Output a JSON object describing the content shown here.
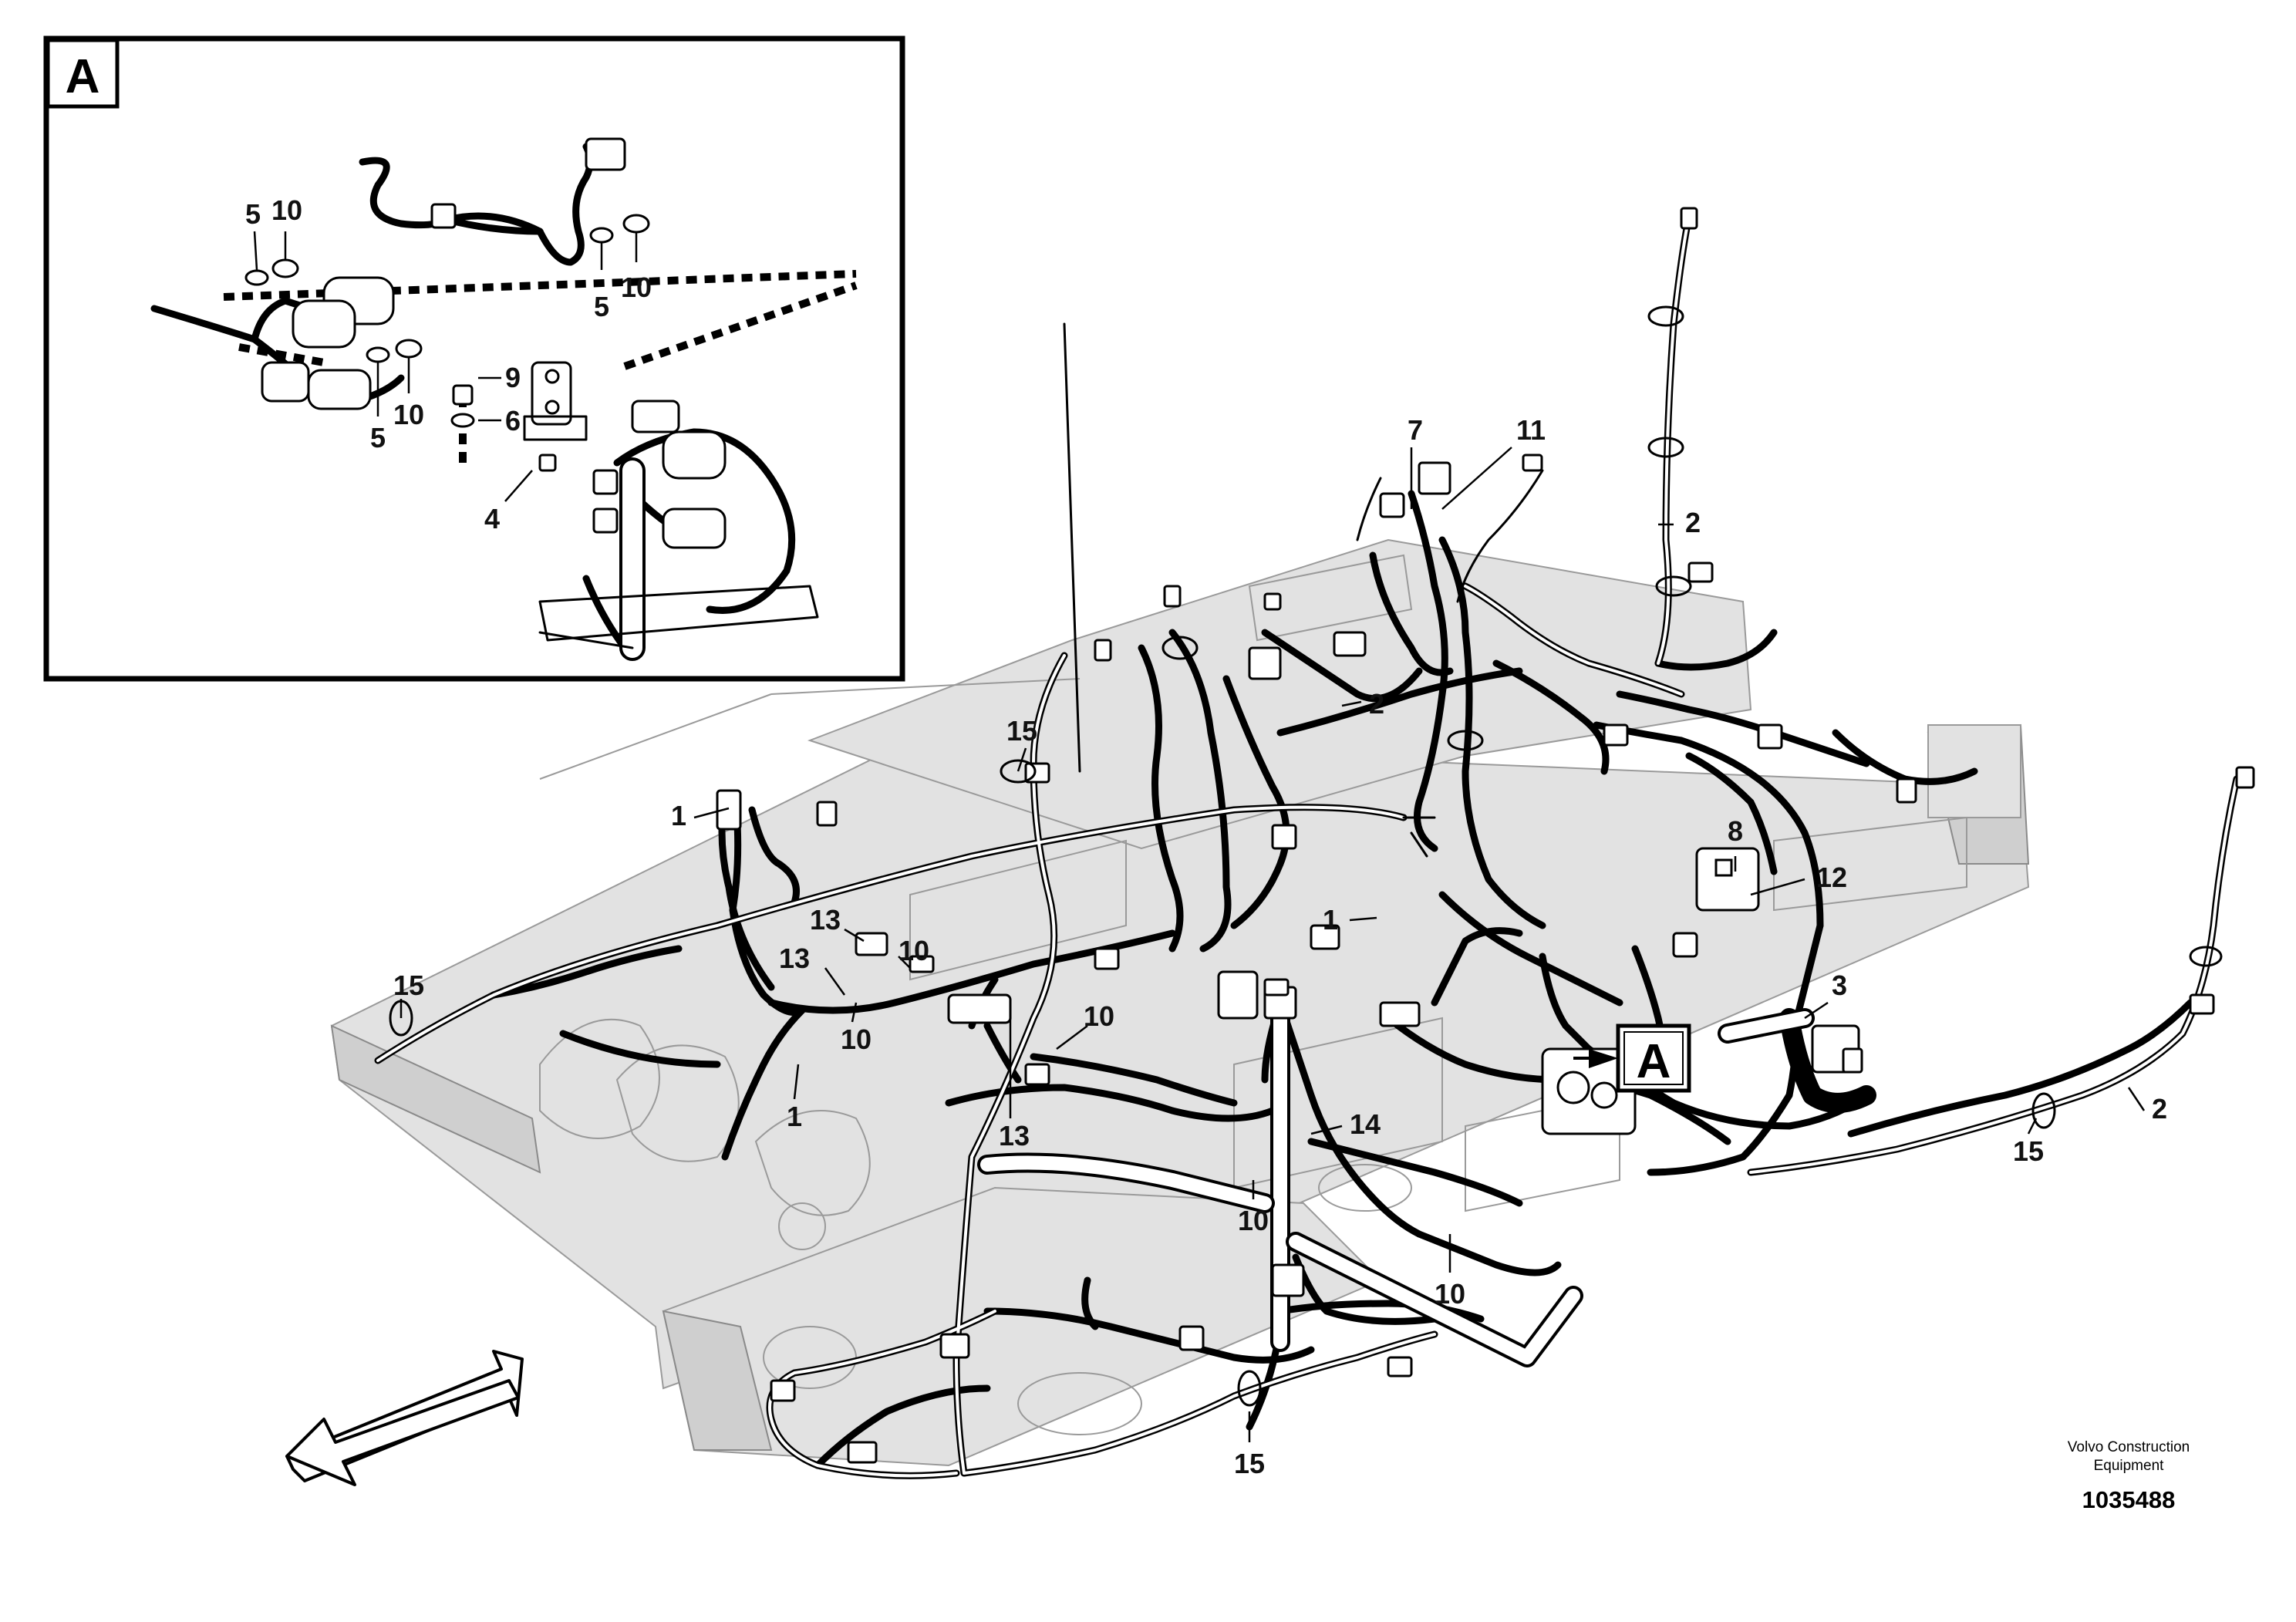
{
  "detail_view": {
    "label": "A"
  },
  "detail_callouts": [
    "5",
    "10",
    "5",
    "10",
    "9",
    "10",
    "5",
    "6",
    "4"
  ],
  "main_view_marker": {
    "label": "A"
  },
  "main_callouts": [
    "15",
    "1",
    "15",
    "13",
    "13",
    "10",
    "10",
    "1",
    "10",
    "13",
    "7",
    "11",
    "2",
    "2",
    "1",
    "8",
    "12",
    "3",
    "14",
    "10",
    "10",
    "15",
    "2",
    "15"
  ],
  "credit": {
    "line1": "Volvo Construction",
    "line2": "Equipment"
  },
  "part_number": "1035488",
  "icons": {
    "direction_arrow": "forward-direction-arrow-icon"
  }
}
